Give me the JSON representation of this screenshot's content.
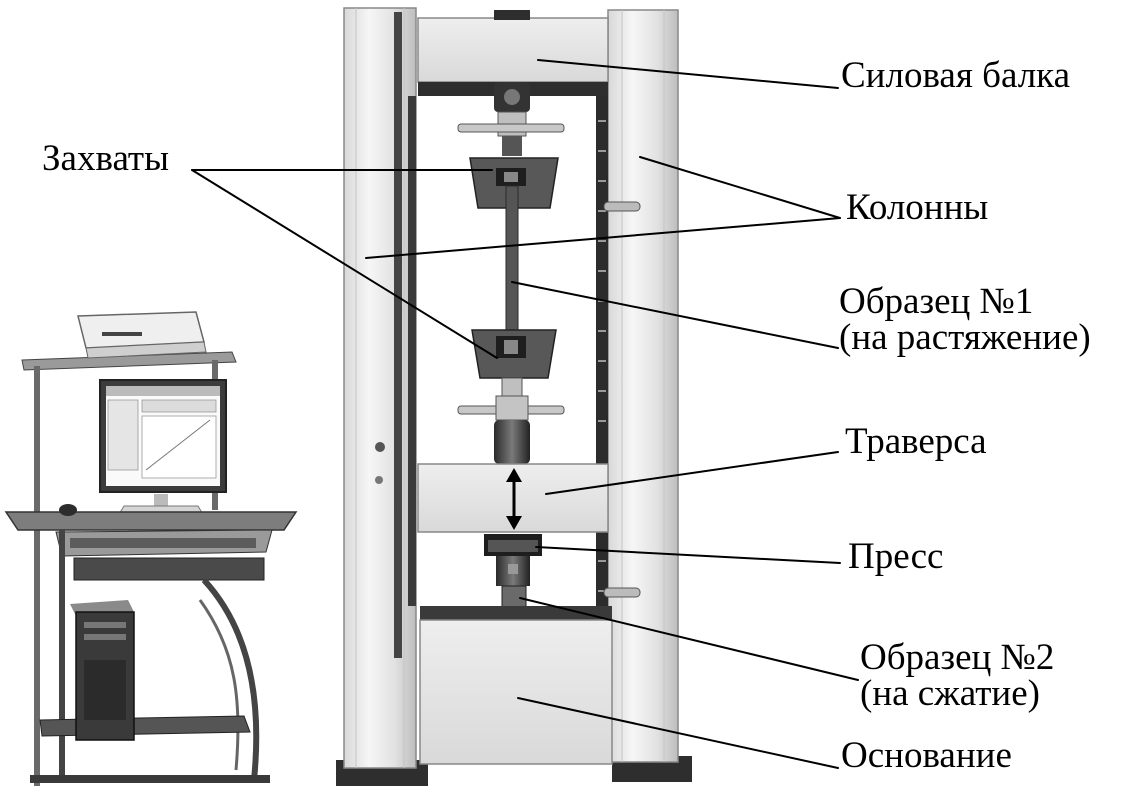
{
  "labels": {
    "power_beam": "Силовая балка",
    "grips": "Захваты",
    "columns": "Колонны",
    "specimen1_line1": "Образец №1",
    "specimen1_line2": "(на растяжение)",
    "crosshead": "Траверса",
    "press": "Пресс",
    "specimen2_line1": "Образец №2",
    "specimen2_line2": "(на сжатие)",
    "base": "Основание"
  },
  "colors": {
    "line": "#000000",
    "frame_light": "#f1f1f1",
    "frame_mid": "#d6d6d6",
    "frame_dark": "#3a3a3a",
    "metal_dark": "#555555"
  }
}
